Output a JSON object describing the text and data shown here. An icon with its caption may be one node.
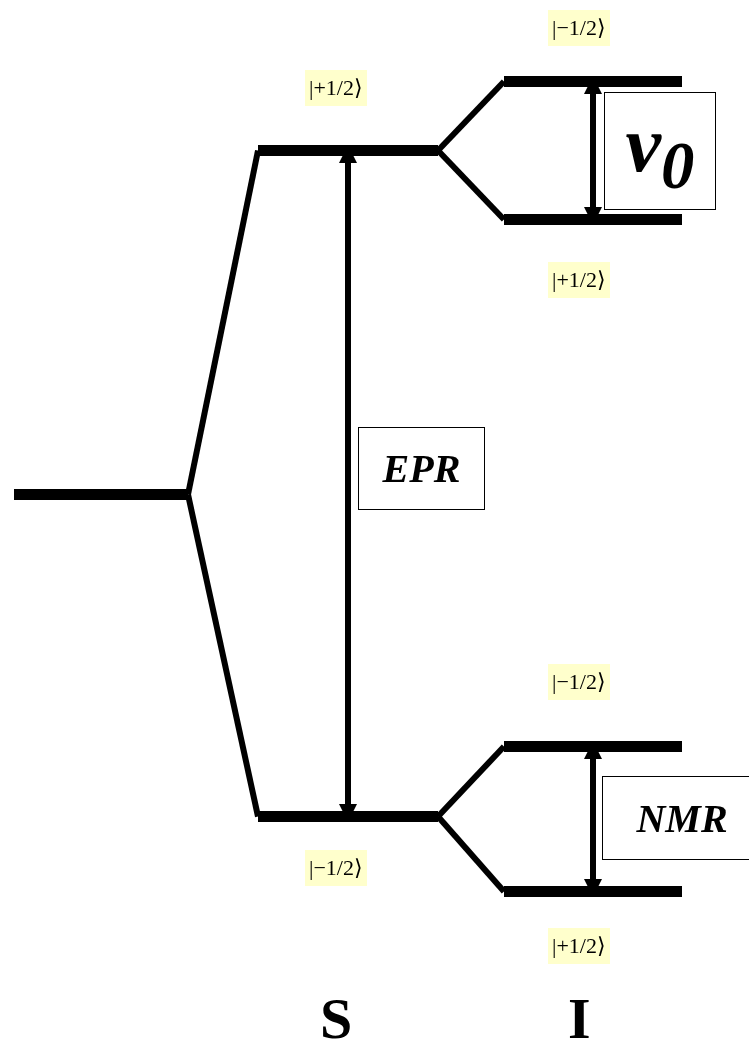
{
  "diagram": {
    "nodes": [
      {
        "text": [],
        "shape": "bar"
      },
      {
        "text": [],
        "shape": "bar",
        "beside": [
          "|+1/2⟩"
        ]
      },
      {
        "text": [],
        "shape": "bar",
        "beside": [
          "|−1/2⟩"
        ]
      },
      {
        "text": [],
        "shape": "bar",
        "beside": [
          "|−1/2⟩"
        ]
      },
      {
        "text": [],
        "shape": "bar",
        "beside": [
          "|+1/2⟩"
        ]
      },
      {
        "text": [],
        "shape": "bar",
        "beside": [
          "|−1/2⟩"
        ]
      },
      {
        "text": [],
        "shape": "bar",
        "beside": [
          "|+1/2⟩"
        ]
      },
      {
        "text": [
          "EPR"
        ]
      },
      {
        "text": [
          "v$_{0}$"
        ]
      },
      {
        "text": [
          "NMR"
        ]
      }
    ],
    "edges": [
      {
        "from": 0,
        "to": 1,
        "arrow": "none"
      },
      {
        "from": 0,
        "to": 2,
        "arrow": "none"
      },
      {
        "from": 1,
        "to": 3,
        "arrow": "none"
      },
      {
        "from": 1,
        "to": 4,
        "arrow": "none"
      },
      {
        "from": 2,
        "to": 5,
        "arrow": "none"
      },
      {
        "from": 2,
        "to": 6,
        "arrow": "none"
      },
      {
        "from": 2,
        "to": 1,
        "arrow": "both"
      },
      {
        "from": 4,
        "to": 3,
        "arrow": "both"
      },
      {
        "from": 6,
        "to": 5,
        "arrow": "both"
      }
    ],
    "labels": [
      "S",
      "I"
    ]
  }
}
